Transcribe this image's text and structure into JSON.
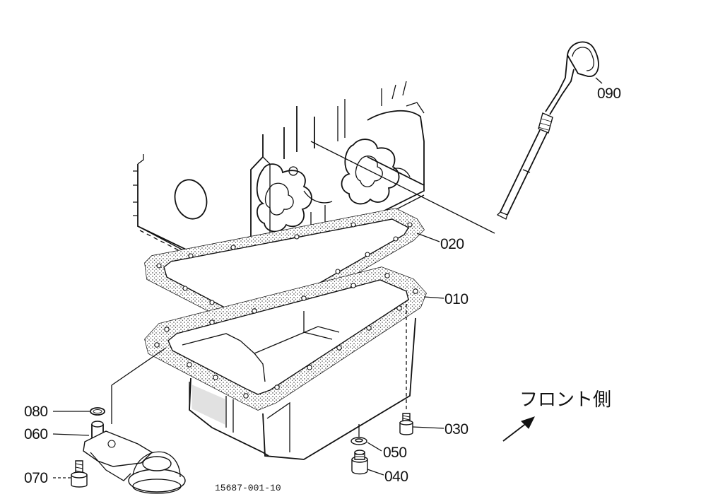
{
  "diagram": {
    "parts": [
      {
        "id": "p010",
        "label": "010"
      },
      {
        "id": "p020",
        "label": "020"
      },
      {
        "id": "p030",
        "label": "030"
      },
      {
        "id": "p040",
        "label": "040"
      },
      {
        "id": "p050",
        "label": "050"
      },
      {
        "id": "p060",
        "label": "060"
      },
      {
        "id": "p070",
        "label": "070"
      },
      {
        "id": "p080",
        "label": "080"
      },
      {
        "id": "p090",
        "label": "090"
      }
    ],
    "direction_label": "フロント側",
    "drawing_number": "15687-001-10"
  }
}
